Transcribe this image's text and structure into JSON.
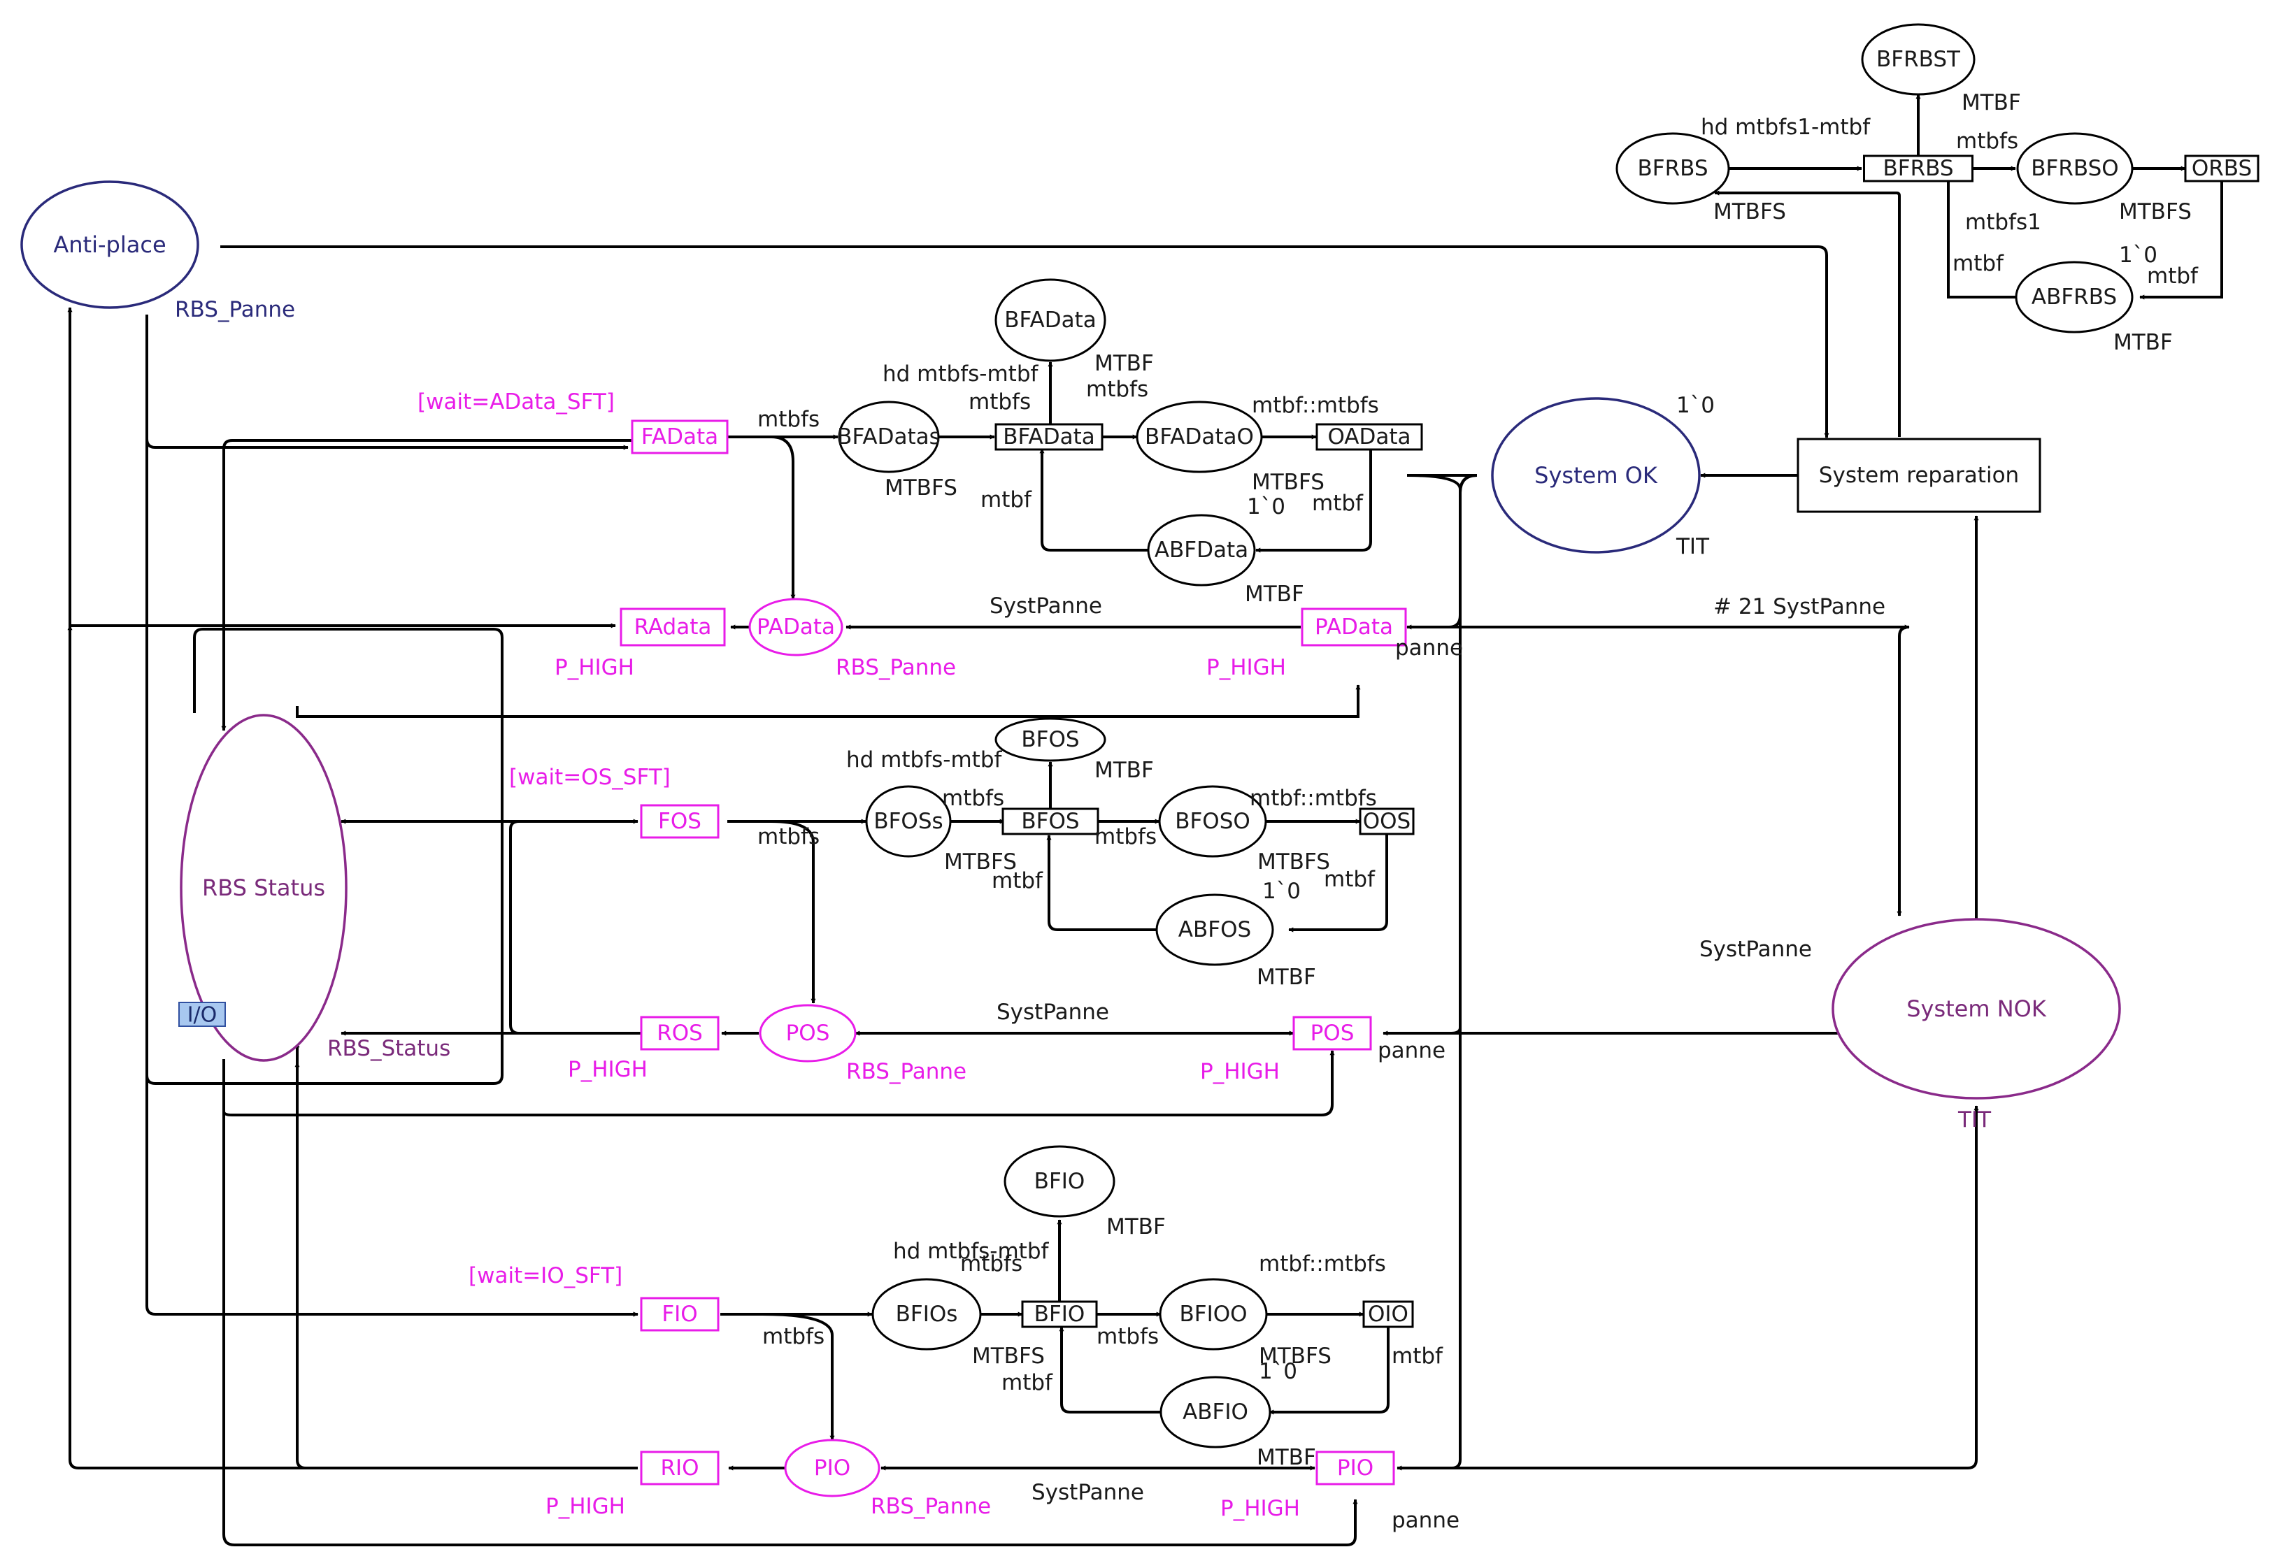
{
  "places": {
    "anti_place": "Anti-place",
    "rbs_status": "RBS Status",
    "system_ok": "System OK",
    "system_nok": "System NOK",
    "bfadata": "BFAData",
    "bfadatas": "BFADatas",
    "bfadatao": "BFADataO",
    "abfdata": "ABFData",
    "padata_left": "PAData",
    "bfos": "BFOS",
    "bfoss": "BFOSs",
    "bfoso": "BFOSO",
    "abfos": "ABFOS",
    "pos_left": "POS",
    "bfio": "BFIO",
    "bfios": "BFIOs",
    "bfioo": "BFIOO",
    "abfio": "ABFIO",
    "pio_left": "PIO",
    "bfrbst": "BFRBST",
    "bfrbs": "BFRBS",
    "bfrbso": "BFRBSO",
    "abfrbs": "ABFRBS"
  },
  "transitions": {
    "fadata": "FAData",
    "radata": "RAdata",
    "padata_right": "PAData",
    "bfadata": "BFAData",
    "oadata": "OAData",
    "fos": "FOS",
    "ros": "ROS",
    "pos_right": "POS",
    "bfos": "BFOS",
    "oos": "OOS",
    "fio": "FIO",
    "rio": "RIO",
    "pio_right": "PIO",
    "bfio": "BFIO",
    "oio": "OIO",
    "bfrbs": "BFRBS",
    "orbs": "ORBS",
    "system_reparation": "System reparation"
  },
  "io_tag": "I/O",
  "labels": {
    "rbs_panne_top": "RBS_Panne",
    "wait_adata": "[wait=AData_SFT]",
    "wait_os": "[wait=OS_SFT]",
    "wait_io": "[wait=IO_SFT]",
    "p_high": "P_HIGH",
    "rbs_panne": "RBS_Panne",
    "rbs_status_arc": "RBS_Status",
    "syst_panne": "SystPanne",
    "syst_panne_21": "# 21 SystPanne",
    "panne": "panne",
    "tit": "TIT",
    "one_zero": "1`0",
    "mtbfs": "mtbfs",
    "mtbfs_upper": "MTBFS",
    "mtbf": "mtbf",
    "mtbf_upper": "MTBF",
    "hd_mtbfs_mtbf": "hd mtbfs-mtbf",
    "hd_mtbfs1_mtbf": "hd mtbfs1-mtbf",
    "mtbf_mtbfs": "mtbf::mtbfs",
    "mtbfs1": "mtbfs1"
  }
}
